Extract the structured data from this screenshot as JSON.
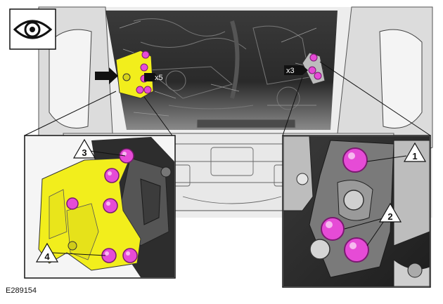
{
  "figure_code": "E289154",
  "callouts": {
    "left_upper": "x5",
    "right_upper": "x3",
    "c1": "1",
    "c2": "2",
    "c3": "3",
    "c4": "4"
  },
  "icons": {
    "view_icon": "eye-icon",
    "arrow_icon": "black-arrow-icon"
  },
  "colors": {
    "bolt": "#e64bd6",
    "bolt_dark": "#9a1f8e",
    "bracket": "#f2ee1c",
    "engine_dark": "#1c1c1c",
    "engine_mid": "#6e6e6e",
    "engine_light": "#cfcfcf",
    "detail_bg": "#2c2c2c"
  }
}
